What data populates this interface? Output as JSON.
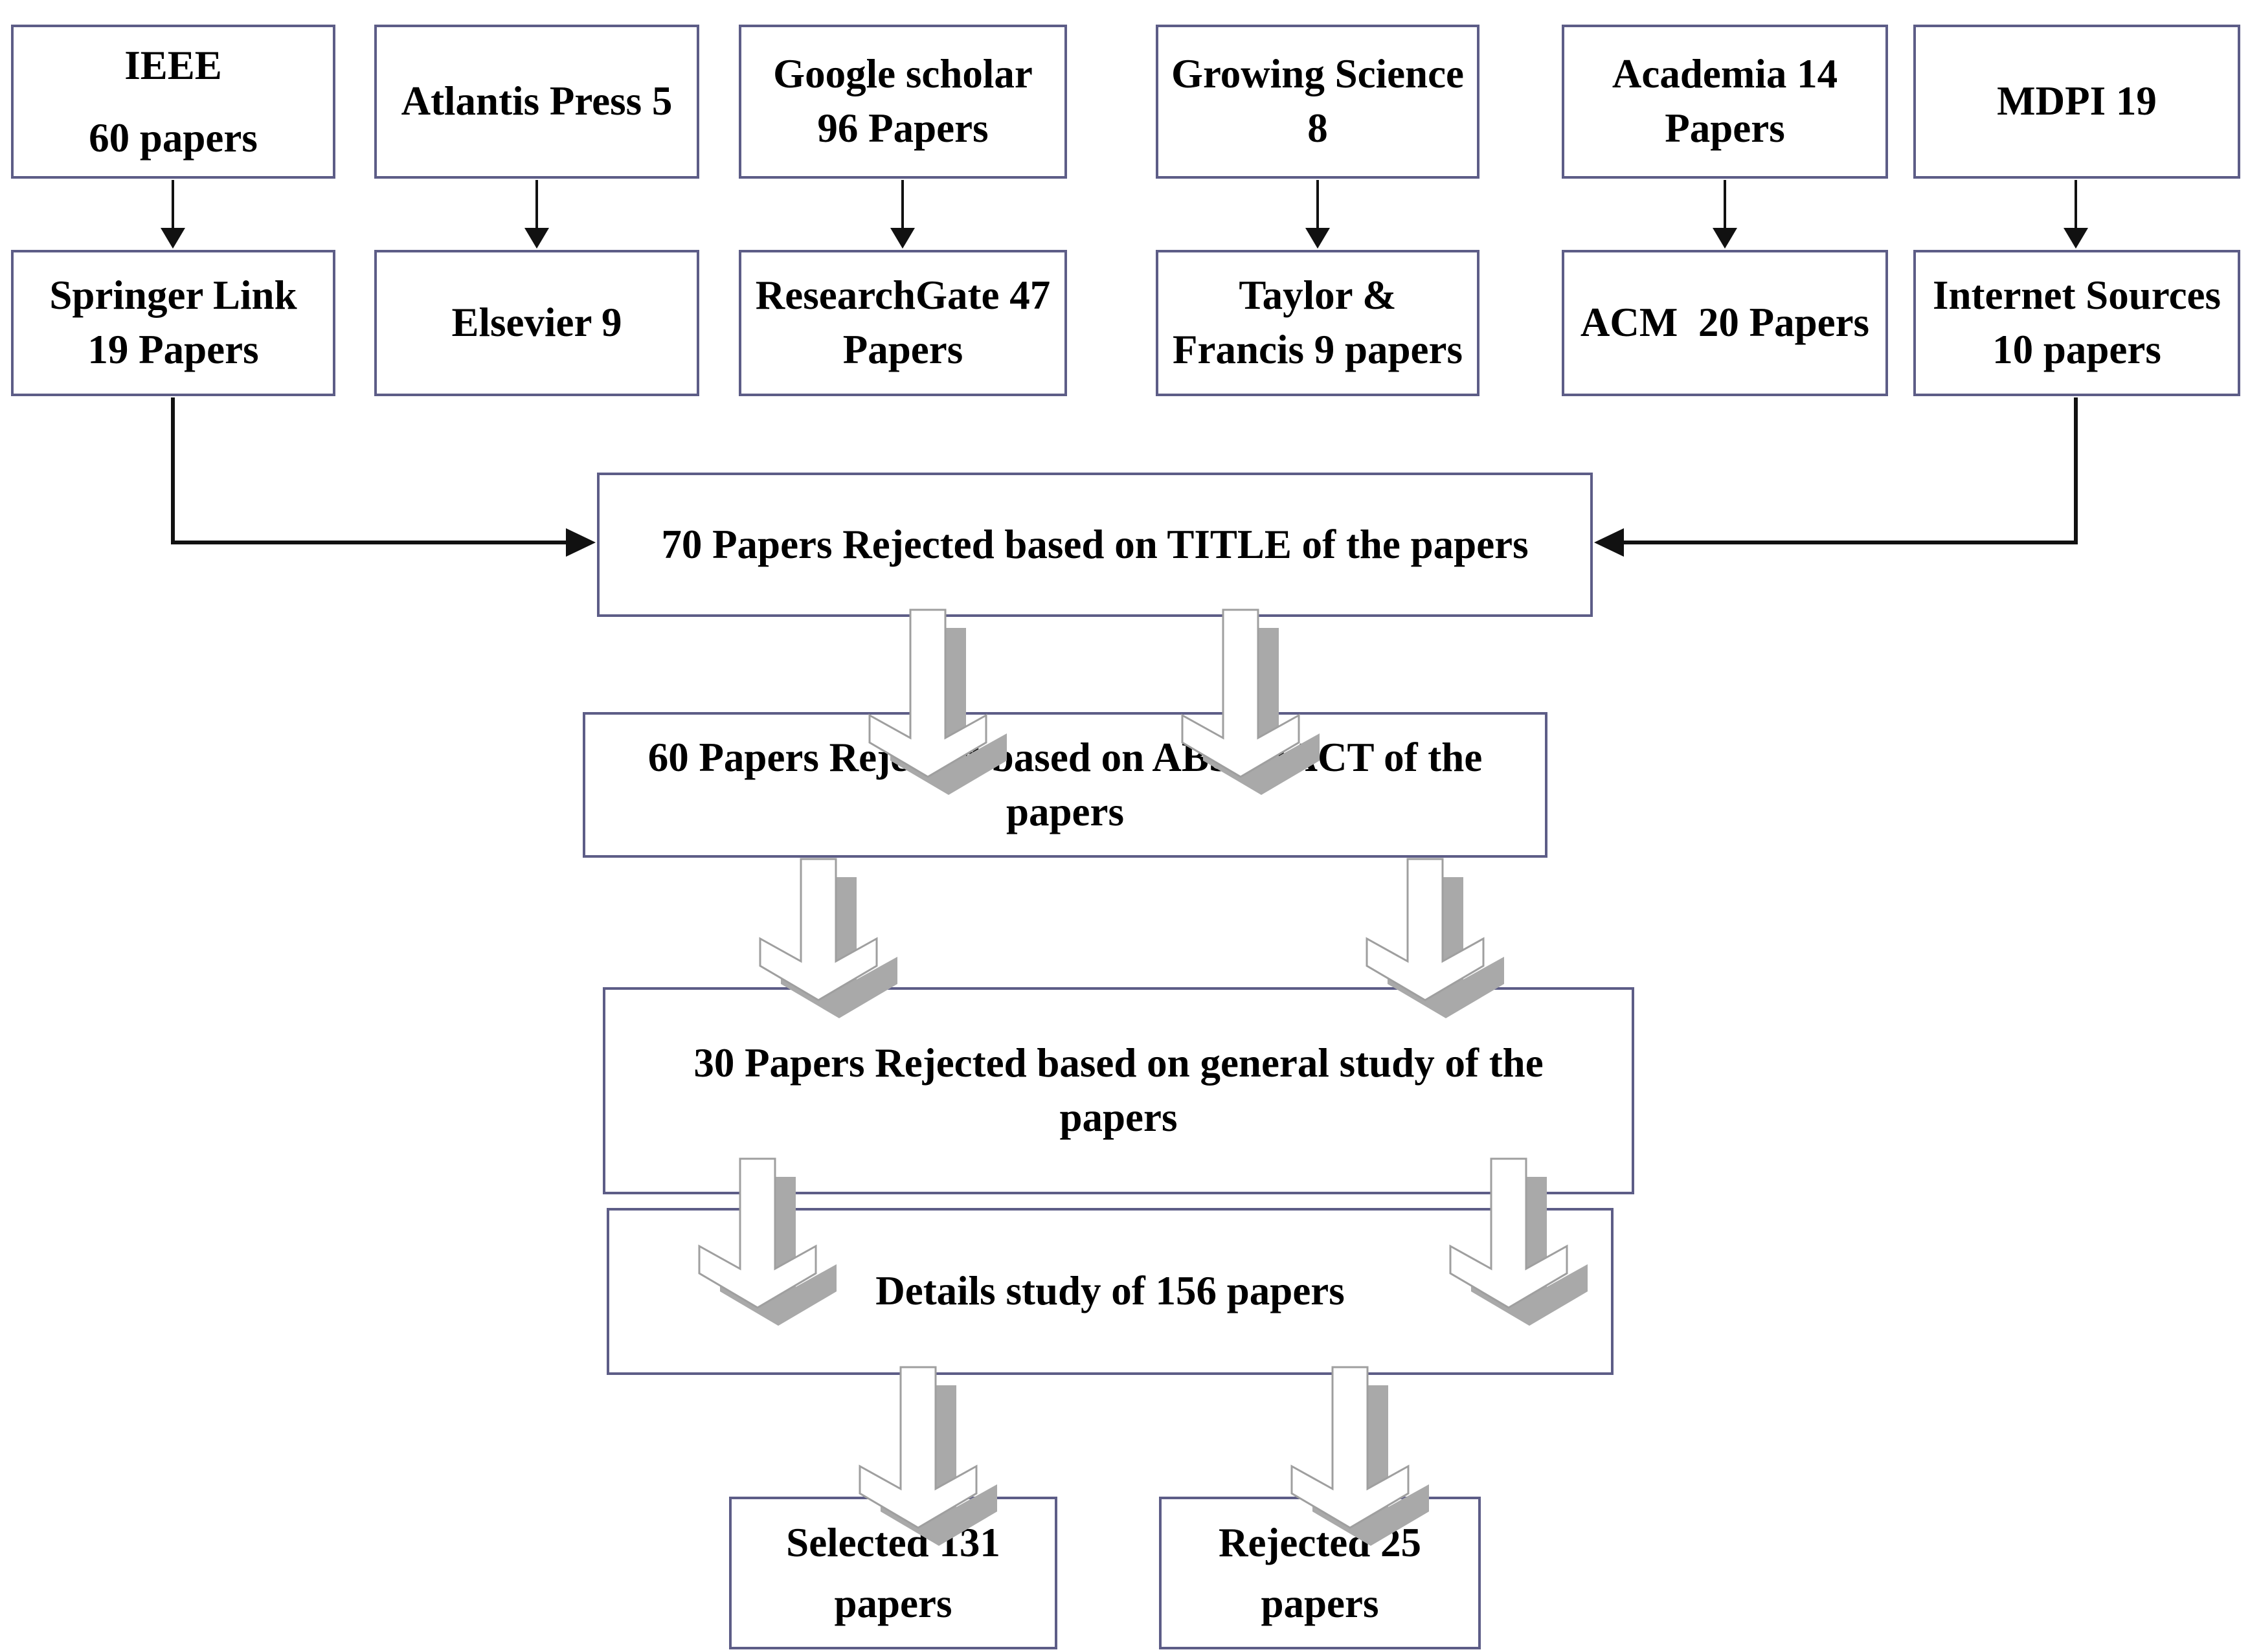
{
  "diagram": {
    "row1": [
      {
        "id": "ieee",
        "label": "IEEE\n60 papers"
      },
      {
        "id": "atlantis-press",
        "label": "Atlantis Press 5"
      },
      {
        "id": "google-scholar",
        "label": "Google scholar\n96 Papers"
      },
      {
        "id": "growing-science",
        "label": "Growing Science\n8"
      },
      {
        "id": "academia",
        "label": "Academia 14\nPapers"
      },
      {
        "id": "mdpi",
        "label": "MDPI 19"
      }
    ],
    "row2": [
      {
        "id": "springer-link",
        "label": "Springer Link\n19 Papers"
      },
      {
        "id": "elsevier",
        "label": "Elsevier 9"
      },
      {
        "id": "researchgate",
        "label": "ResearchGate 47\nPapers"
      },
      {
        "id": "taylor-francis",
        "label": "Taylor &\nFrancis 9 papers"
      },
      {
        "id": "acm",
        "label": "ACM  20 Papers"
      },
      {
        "id": "internet-sources",
        "label": "Internet Sources\n10 papers"
      }
    ],
    "stages": {
      "title_rejection": "70 Papers Rejected based on TITLE of the papers",
      "abstract_rejection": "60 Papers Rejected based on ABSTRACT of the\npapers",
      "general_rejection": "30 Papers Rejected based on general study of the\npapers",
      "details_study": "Details study of 156 papers",
      "selected": "Selected 131\npapers",
      "rejected": "Rejected 25\npapers"
    },
    "colors": {
      "box_border": "#5d5d87",
      "connector_black": "#111111",
      "block_arrow_fill": "#ffffff",
      "block_arrow_shadow": "#a9a9a9",
      "block_arrow_outline": "#9f9f9f",
      "text": "#000000"
    }
  }
}
